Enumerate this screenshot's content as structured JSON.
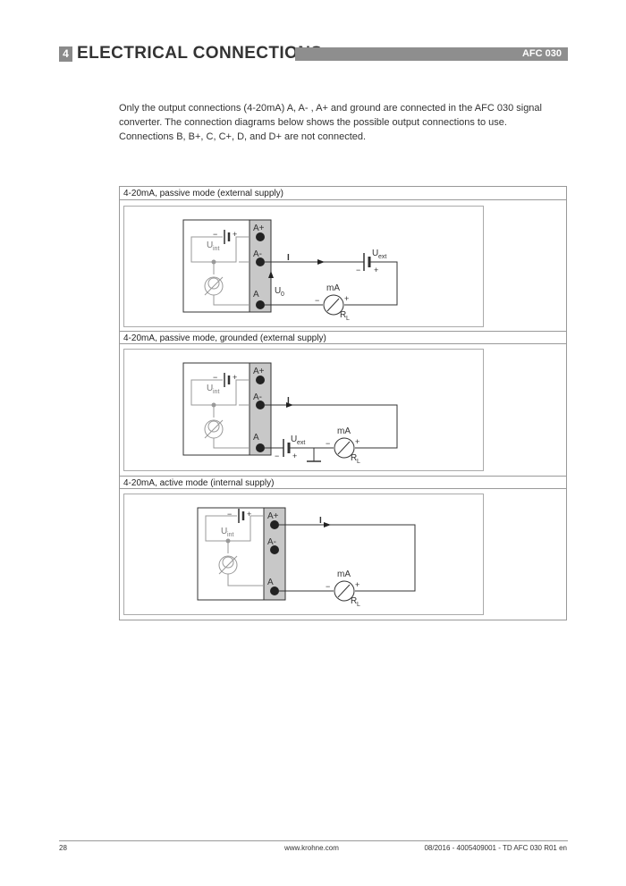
{
  "header": {
    "chapter_number": "4",
    "title": "ELECTRICAL CONNECTIONS",
    "doc": "AFC 030"
  },
  "intro": {
    "line1": "Only the output connections (4-20mA) A, A- , A+ and ground   are connected in the AFC 030 signal",
    "line2": "converter. The connection diagrams  below shows the possible output connections to use.",
    "line3": "Connections B, B+, C, C+, D, and D+ are not connected."
  },
  "diagrams": [
    {
      "caption": "4-20mA, passive mode (external supply)",
      "terminals": [
        "A+",
        "A-",
        "A"
      ],
      "labels": {
        "uint": "U",
        "uint_sub": "int",
        "uext": "U",
        "uext_sub": "ext",
        "u0": "U",
        "u0_sub": "0",
        "current": "I",
        "meter": "mA",
        "rl": "R",
        "rl_sub": "L"
      }
    },
    {
      "caption": "4-20mA, passive mode, grounded (external supply)",
      "terminals": [
        "A+",
        "A-",
        "A"
      ],
      "labels": {
        "uint": "U",
        "uint_sub": "int",
        "uext": "U",
        "uext_sub": "ext",
        "current": "I",
        "meter": "mA",
        "rl": "R",
        "rl_sub": "L"
      }
    },
    {
      "caption": "4-20mA, active mode (internal supply)",
      "terminals": [
        "A+",
        "A-",
        "A"
      ],
      "labels": {
        "uint": "U",
        "uint_sub": "int",
        "current": "I",
        "meter": "mA",
        "rl": "R",
        "rl_sub": "L"
      }
    }
  ],
  "footer": {
    "page": "28",
    "url": "www.krohne.com",
    "doc": "08/2016 - 4005409001 - TD AFC 030 R01 en"
  },
  "colors": {
    "header_bar": "#8e8e8e",
    "terminal_strip": "#c8c8c8",
    "gray_wire": "#999999"
  }
}
